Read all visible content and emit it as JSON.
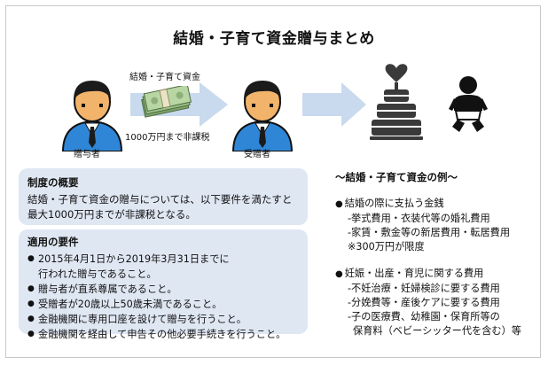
{
  "title": "結婚・子育て資金贈与まとめ",
  "diagram": {
    "giver_label": "贈与者",
    "receiver_label": "受贈者",
    "arrow_top_label": "結婚・子育て資金",
    "arrow_bottom_label": "1000万円まで非課税"
  },
  "overview": {
    "heading": "制度の概要",
    "lines": [
      "結婚・子育て資金の贈与については、以下要件を満たすと",
      "最大1000万円までが非課税となる。"
    ]
  },
  "requirements": {
    "heading": "適用の要件",
    "items": [
      "2015年4月1日から2019年3月31日までに",
      "贈与者が直系尊属であること。",
      "受贈者が20歳以上50歳未満であること。",
      "金融機関に専用口座を設けて贈与を行うこと。",
      "金融機関を経由して申告その他必要手続きを行うこと。"
    ],
    "item0_continuation": "行われた贈与であること。"
  },
  "examples": {
    "heading": "～結婚・子育て資金の例～",
    "groups": [
      {
        "title": "結婚の際に支払う金銭",
        "lines": [
          "-挙式費用・衣装代等の婚礼費用",
          "-家賃・敷金等の新居費用・転居費用",
          "※300万円が限度"
        ]
      },
      {
        "title": "妊娠・出産・育児に関する費用",
        "lines": [
          "-不妊治療・妊婦検診に要する費用",
          "-分娩費等・産後ケアに要する費用",
          "-子の医療費、幼稚園・保育所等の",
          "保育料（ベビーシッター代を含む）等"
        ]
      }
    ]
  },
  "colors": {
    "arrow": "#c9d9ee",
    "panel": "#dfe7f3",
    "person_shirt": "#2f86d6",
    "person_dark": "#1b1b1b",
    "skin": "#f2b46b",
    "cake": "#3a3a3a"
  }
}
